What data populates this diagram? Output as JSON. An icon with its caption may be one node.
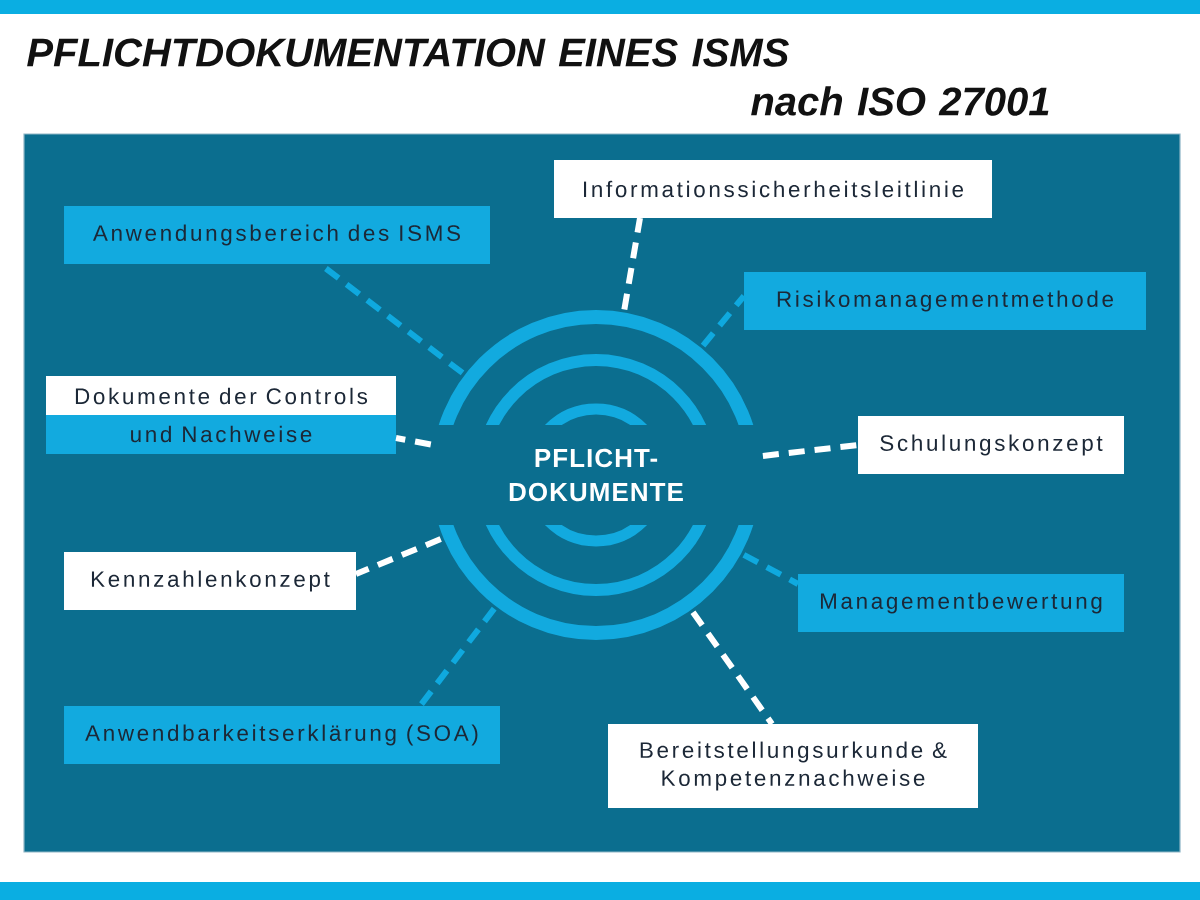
{
  "diagram": {
    "title": "PFLICHTDOKUMENTATION EINES ISMS nach ISO 27001",
    "nodes": [
      {
        "text": [
          "PFLICHT- DOKUMENTE"
        ]
      },
      {
        "text": [
          "Informationssicherheitsleitlinie"
        ]
      },
      {
        "text": [
          "Anwendungsbereich des ISMS"
        ]
      },
      {
        "text": [
          "Risikomanagementmethode"
        ]
      },
      {
        "text": [
          "Dokumente der Controls und Nachweise"
        ]
      },
      {
        "text": [
          "Schulungskonzept"
        ]
      },
      {
        "text": [
          "Kennzahlenkonzept"
        ]
      },
      {
        "text": [
          "Managementbewertung"
        ]
      },
      {
        "text": [
          "Anwendbarkeitserklärung (SOA)"
        ]
      },
      {
        "text": [
          "Bereitstellungsurkunde & Kompetenznachweise"
        ]
      }
    ],
    "edges": [
      {
        "from": 0,
        "to": 1,
        "arrow": "none",
        "style": "dashed",
        "color": "#ffffff"
      },
      {
        "from": 0,
        "to": 2,
        "arrow": "none",
        "style": "dashed",
        "color": "#0fa9df"
      },
      {
        "from": 0,
        "to": 3,
        "arrow": "none",
        "style": "dashed",
        "color": "#0fa9df"
      },
      {
        "from": 0,
        "to": 4,
        "arrow": "none",
        "style": "dashed",
        "color": "#ffffff"
      },
      {
        "from": 0,
        "to": 5,
        "arrow": "none",
        "style": "dashed",
        "color": "#ffffff"
      },
      {
        "from": 0,
        "to": 6,
        "arrow": "none",
        "style": "dashed",
        "color": "#ffffff"
      },
      {
        "from": 0,
        "to": 7,
        "arrow": "none",
        "style": "dashed",
        "color": "#0fa9df"
      },
      {
        "from": 0,
        "to": 8,
        "arrow": "none",
        "style": "dashed",
        "color": "#0fa9df"
      },
      {
        "from": 0,
        "to": 9,
        "arrow": "none",
        "style": "dashed",
        "color": "#ffffff"
      }
    ]
  }
}
